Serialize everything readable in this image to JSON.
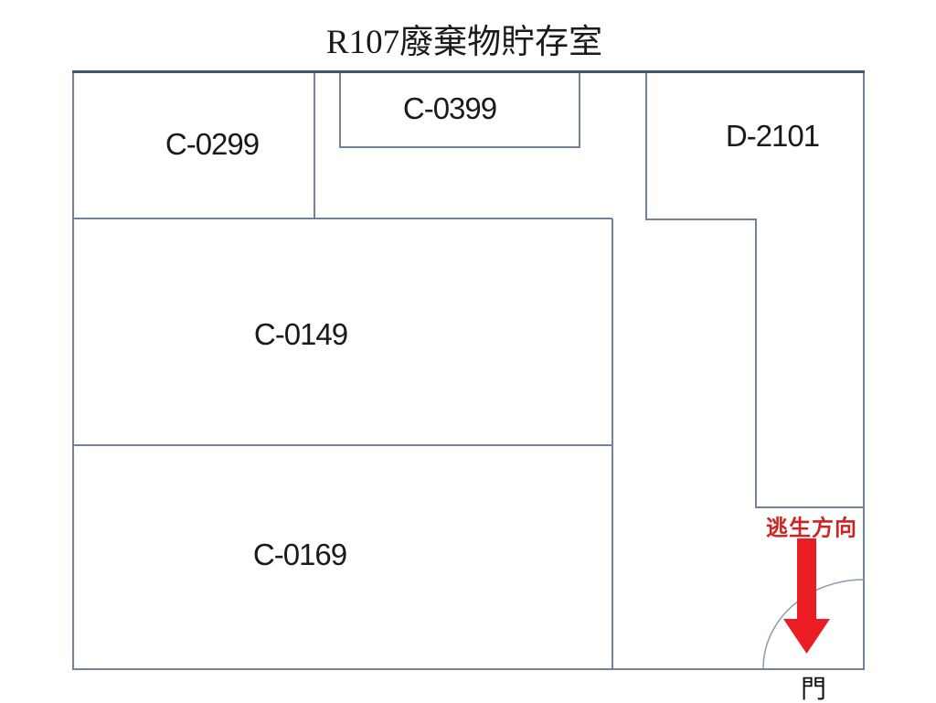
{
  "title": "R107廢棄物貯存室",
  "rooms": [
    {
      "label": "C-0299"
    },
    {
      "label": "C-0399"
    },
    {
      "label": "D-2101"
    },
    {
      "label": "C-0149"
    },
    {
      "label": "C-0169"
    }
  ],
  "escape": {
    "direction_label": "逃生方向",
    "door_label": "門"
  },
  "colors": {
    "wall": "#72829b",
    "wall_dark": "#44546a",
    "arc": "#8b9bb0",
    "arrow_red": "#ec1c24",
    "escape_text_red": "#cf2322",
    "label_text": "#1a1a1a"
  }
}
